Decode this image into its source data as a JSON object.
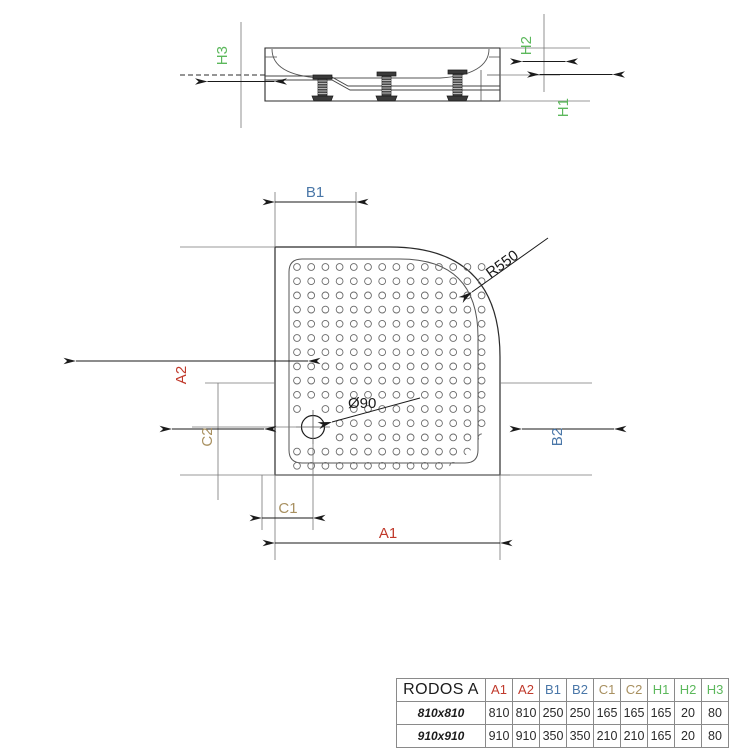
{
  "drawing": {
    "title": "RODOS A shower tray technical drawing",
    "section_view": {
      "labels": {
        "h1": "H1",
        "h2": "H2",
        "h3": "H3"
      }
    },
    "plan_view": {
      "labels": {
        "a1": "A1",
        "a2": "A2",
        "b1": "B1",
        "b2": "B2",
        "c1": "C1",
        "c2": "C2",
        "radius": "R550",
        "drain": "Ø90"
      }
    },
    "colors": {
      "a_label": "#c0392b",
      "b_label": "#4a77a8",
      "c_label": "#a89060",
      "h_label": "#5cb85c",
      "line": "#2b2b2b",
      "thin_line": "#555555",
      "dot": "#6b6b6b"
    }
  },
  "spec_table": {
    "model_header": "RODOS A",
    "columns": [
      {
        "key": "A1",
        "label": "A1",
        "color": "#c0392b"
      },
      {
        "key": "A2",
        "label": "A2",
        "color": "#c0392b"
      },
      {
        "key": "B1",
        "label": "B1",
        "color": "#4a77a8"
      },
      {
        "key": "B2",
        "label": "B2",
        "color": "#4a77a8"
      },
      {
        "key": "C1",
        "label": "C1",
        "color": "#a89060"
      },
      {
        "key": "C2",
        "label": "C2",
        "color": "#a89060"
      },
      {
        "key": "H1",
        "label": "H1",
        "color": "#5cb85c"
      },
      {
        "key": "H2",
        "label": "H2",
        "color": "#5cb85c"
      },
      {
        "key": "H3",
        "label": "H3",
        "color": "#5cb85c"
      }
    ],
    "rows": [
      {
        "model": "810x810",
        "values": [
          "810",
          "810",
          "250",
          "250",
          "165",
          "165",
          "165",
          "20",
          "80"
        ]
      },
      {
        "model": "910x910",
        "values": [
          "910",
          "910",
          "350",
          "350",
          "210",
          "210",
          "165",
          "20",
          "80"
        ]
      }
    ]
  }
}
